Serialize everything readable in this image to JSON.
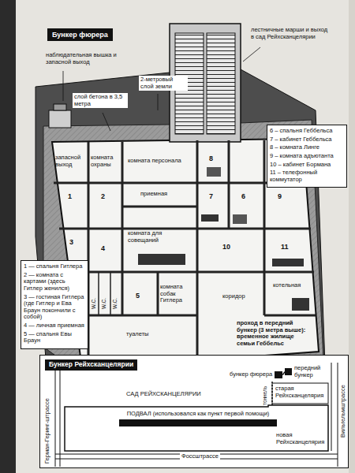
{
  "diagram": {
    "title": "Бункер фюрера",
    "nodes": [
      {
        "text": [
          "6 – спальня Геббельса",
          "7 – кабинет Геббельса",
          "8 – комната Линге",
          "9 – комната адъютанта",
          "10 – кабинет Бормана",
          "11 – телефонный коммутатор"
        ]
      },
      {
        "text": [
          "1 — спальня Гитлера",
          "2 — комната с картами (здесь Гитлер женился)",
          "3 — гостиная Гитлера (где Гитлер и Ева Браун покончили с собой)",
          "4 — личная приемная",
          "5 — спальня Евы Браун"
        ]
      },
      {
        "text": [
          "Бункер Рейхсканцелярии"
        ]
      },
      {
        "text": [
          "бункер фюрера"
        ],
        "in": 2
      },
      {
        "text": [
          "передний бункер"
        ],
        "in": 2
      },
      {
        "text": [
          "ПОДВАЛ (использовался как пункт первой помощи)"
        ],
        "in": 2
      }
    ],
    "edges": [
      {
        "from": 3,
        "to": 4,
        "arrow": "none"
      }
    ],
    "labels": [
      "наблюдательная вышка и запасной выход",
      "2-метровый слой земли",
      "слой бетона в 3,5 метра",
      "лестничные марши и выход в сад Рейхсканцелярии",
      "запасной выход",
      "комната охраны",
      "комната персонала",
      "приемная",
      "комната для совещаний",
      "коридор",
      "котельная",
      "туалеты",
      "W.C.",
      "W.C.",
      "W.C.",
      "комната собак Гитлера",
      "проход в передний бункер (3 метра выше): временное жилище семьи Геббельс",
      "1",
      "2",
      "3",
      "4",
      "5",
      "6",
      "7",
      "8",
      "9",
      "10",
      "11",
      "САД РЕЙХСКАНЦЕЛЯРИИ",
      "старая Рейхсканцелярия",
      "новая Рейхсканцелярия",
      "Фоссштрассе",
      "Герман-Геринг-штрассе",
      "Вильгельмштрассе",
      "тоннель"
    ]
  }
}
